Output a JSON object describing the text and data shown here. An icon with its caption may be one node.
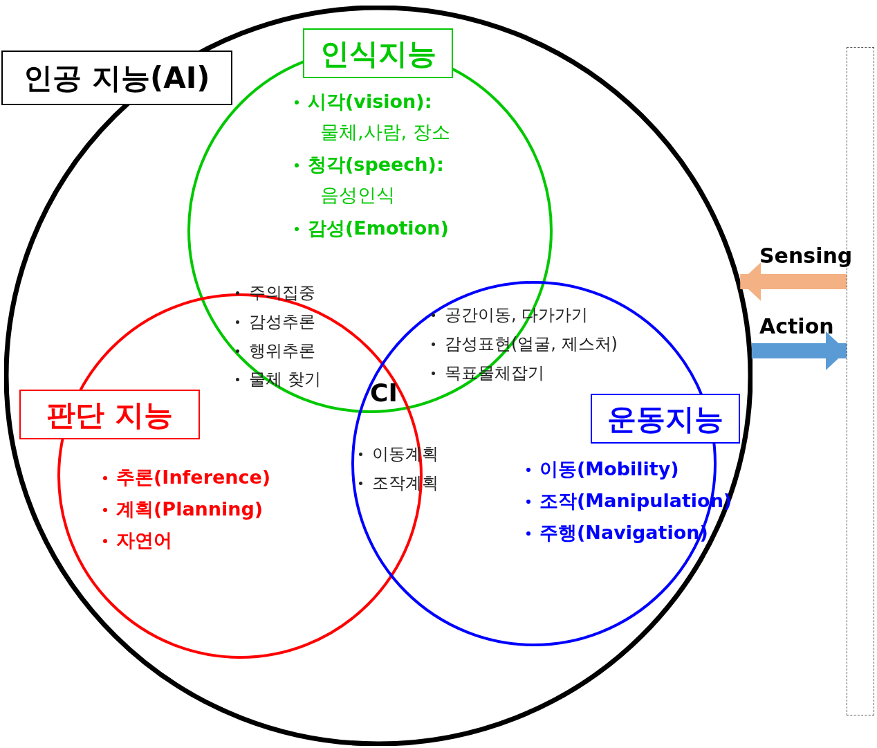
{
  "diagram": {
    "nodes": [
      {
        "text": [
          "인공 지능(AI)"
        ]
      },
      {
        "text": [
          "인식지능",
          "시각(vision):",
          "물체,사람, 장소",
          "청각(speech):",
          "음성인식",
          "감성(Emotion)"
        ],
        "in": 0
      },
      {
        "text": [
          "판단 지능",
          "추론(Inference)",
          "계획(Planning)",
          "자연어"
        ],
        "in": 0
      },
      {
        "text": [
          "운동지능",
          "이동(Mobility)",
          "조작(Manipulation)",
          "주행(Navigation)"
        ],
        "in": 0
      },
      {
        "text": [],
        "shape": "box"
      }
    ],
    "edges": [
      {
        "from": 4,
        "to": 0,
        "arrow": "to",
        "label": "Sensing",
        "color": "#f4b183"
      },
      {
        "from": 0,
        "to": 4,
        "arrow": "to",
        "label": "Action",
        "color": "#5b9bd5"
      }
    ],
    "labels": [
      "주의집중",
      "감성추론",
      "행위추론",
      "물체 찾기",
      "공간이동, 다가가기",
      "감성표현(얼굴, 제스처)",
      "목표물체잡기",
      "CI",
      "이동계획",
      "조작계획"
    ]
  }
}
